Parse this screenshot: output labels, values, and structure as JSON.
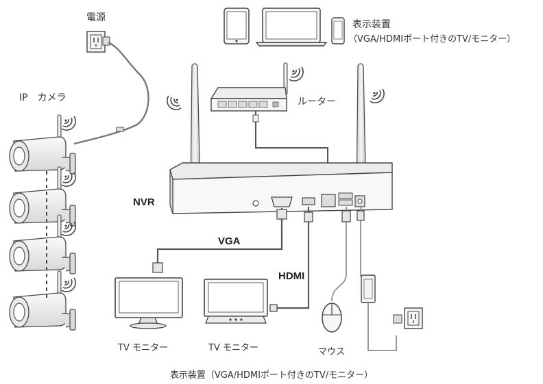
{
  "labels": {
    "power": "電源",
    "display_devices": "表示装置",
    "display_devices_sub": "（VGA/HDMIポート付きのTV/モニター）",
    "router": "ルーター",
    "ip_camera": "IP　カメラ",
    "nvr": "NVR",
    "vga": "VGA",
    "hdmi": "HDMI",
    "tv_monitor_1": "TV モニター",
    "tv_monitor_2": "TV モニター",
    "mouse": "マウス",
    "caption": "表示装置（VGA/HDMIポート付きのTV/モニター）"
  },
  "icons": [
    "wall-outlet-icon",
    "tablet-icon",
    "laptop-icon",
    "smartphone-icon",
    "router-icon",
    "wifi-icon",
    "bullet-camera-icon",
    "nvr-recorder-icon",
    "antenna-icon",
    "monitor-icon",
    "mouse-icon",
    "power-adapter-icon"
  ],
  "colors": {
    "line": "#555555",
    "device_fill": "#f2f2f2",
    "device_stroke": "#444444",
    "cable_light": "#999999"
  }
}
